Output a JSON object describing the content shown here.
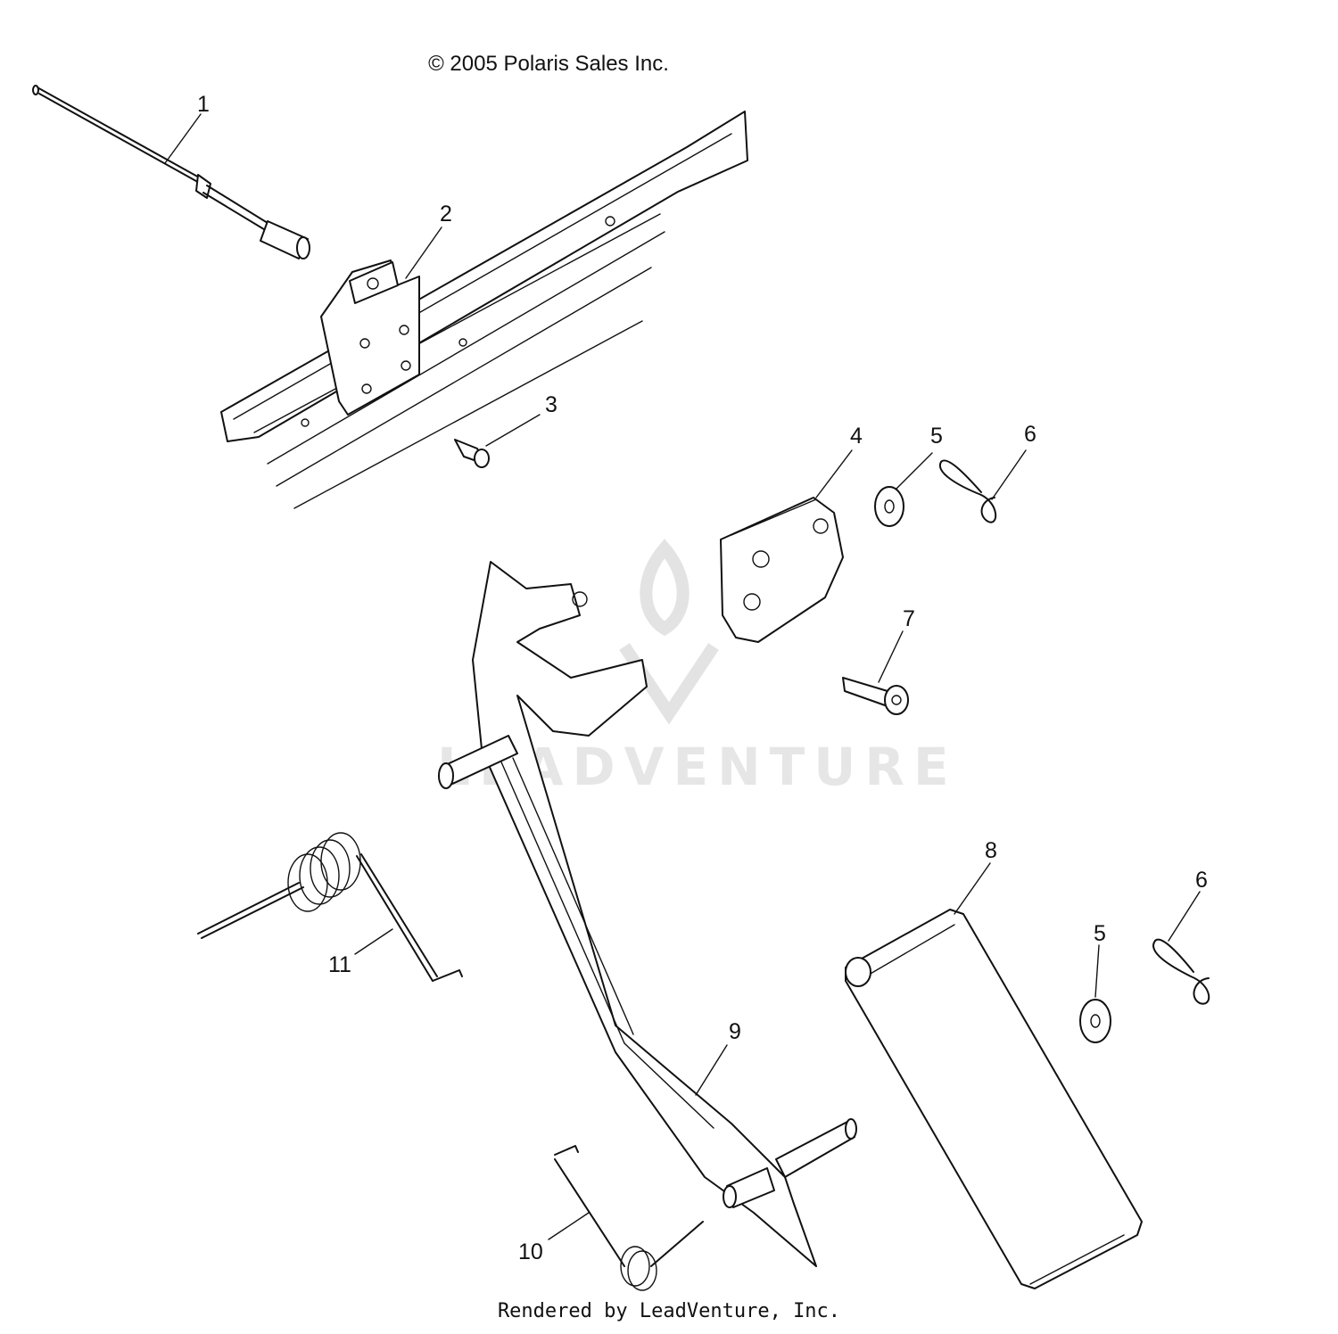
{
  "header": {
    "copyright": "© 2005 Polaris Sales Inc."
  },
  "footer": {
    "rendered_by": "Rendered by LeadVenture, Inc."
  },
  "watermark": {
    "text": "LEADVENTURE"
  },
  "callouts": [
    "1",
    "2",
    "3",
    "4",
    "5",
    "6",
    "7",
    "8",
    "9",
    "10",
    "11",
    "5",
    "6"
  ]
}
